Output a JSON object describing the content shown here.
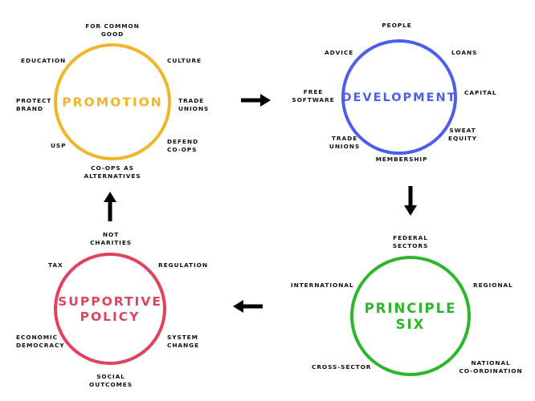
{
  "colors": {
    "promotion": "#F0B62B",
    "development": "#4C5FEA",
    "principle_six": "#2DB52B",
    "supportive_policy": "#E0435F",
    "label": "#111111",
    "arrow": "#000000"
  },
  "clusters": {
    "promotion": {
      "title_lines": [
        "PROMOTION"
      ],
      "labels": [
        [
          "FOR COMMON",
          "GOOD"
        ],
        [
          "EDUCATION"
        ],
        [
          "CULTURE"
        ],
        [
          "PROTECT",
          "BRAND"
        ],
        [
          "TRADE",
          "UNIONS"
        ],
        [
          "USP"
        ],
        [
          "DEFEND",
          "CO-OPS"
        ],
        [
          "CO-OPS AS",
          "ALTERNATIVES"
        ]
      ]
    },
    "development": {
      "title_lines": [
        "DEVELOPMENT"
      ],
      "labels": [
        [
          "PEOPLE"
        ],
        [
          "ADVICE"
        ],
        [
          "LOANS"
        ],
        [
          "FREE",
          "SOFTWARE"
        ],
        [
          "CAPITAL"
        ],
        [
          "SWEAT",
          "EQUITY"
        ],
        [
          "TRADE",
          "UNIONS"
        ],
        [
          "MEMBERSHIP"
        ]
      ]
    },
    "principle_six": {
      "title_lines": [
        "PRINCIPLE",
        "SIX"
      ],
      "labels": [
        [
          "FEDERAL",
          "SECTORS"
        ],
        [
          "INTERNATIONAL"
        ],
        [
          "REGIONAL"
        ],
        [
          "CROSS-SECTOR"
        ],
        [
          "NATIONAL",
          "CO-ORDINATION"
        ]
      ]
    },
    "supportive_policy": {
      "title_lines": [
        "SUPPORTIVE",
        "POLICY"
      ],
      "labels": [
        [
          "NOT",
          "CHARITIES"
        ],
        [
          "TAX"
        ],
        [
          "REGULATION"
        ],
        [
          "ECONOMIC",
          "DEMOCRACY"
        ],
        [
          "SYSTEM",
          "CHANGE"
        ],
        [
          "SOCIAL",
          "OUTCOMES"
        ]
      ]
    }
  },
  "arrows": [
    {
      "from": "promotion",
      "to": "development",
      "direction": "right"
    },
    {
      "from": "development",
      "to": "principle_six",
      "direction": "down"
    },
    {
      "from": "principle_six",
      "to": "supportive_policy",
      "direction": "left"
    },
    {
      "from": "supportive_policy",
      "to": "promotion",
      "direction": "up"
    }
  ]
}
